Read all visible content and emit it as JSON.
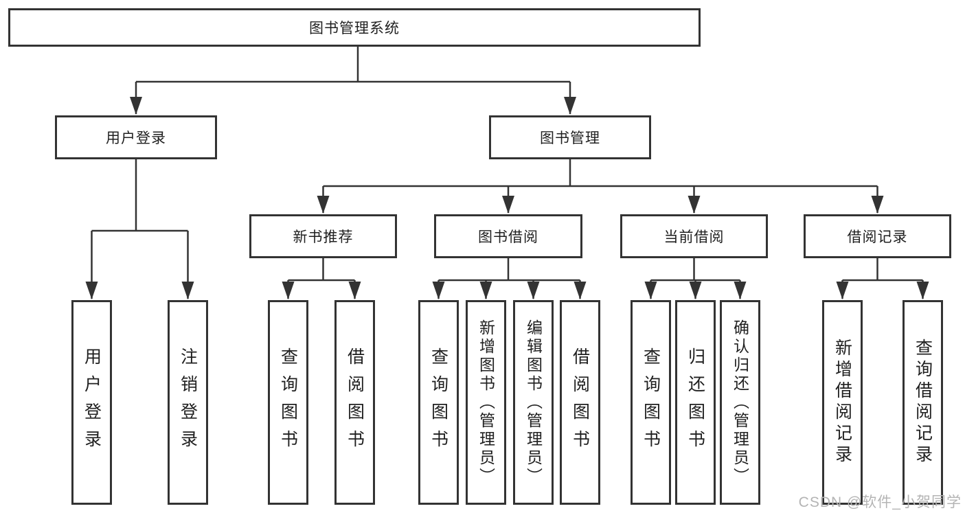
{
  "tree": {
    "label": "图书管理系统",
    "children": [
      {
        "label": "用户登录",
        "children": [
          {
            "label": "用户登录"
          },
          {
            "label": "注销登录"
          }
        ]
      },
      {
        "label": "图书管理",
        "children": [
          {
            "label": "新书推荐",
            "children": [
              {
                "label": "查询图书"
              },
              {
                "label": "借阅图书"
              }
            ]
          },
          {
            "label": "图书借阅",
            "children": [
              {
                "label": "查询图书"
              },
              {
                "label": "新增图书（管理员）"
              },
              {
                "label": "编辑图书（管理员）"
              },
              {
                "label": "借阅图书"
              }
            ]
          },
          {
            "label": "当前借阅",
            "children": [
              {
                "label": "查询图书"
              },
              {
                "label": "归还图书"
              },
              {
                "label": "确认归还（管理员）"
              }
            ]
          },
          {
            "label": "借阅记录",
            "children": [
              {
                "label": "新增借阅记录"
              },
              {
                "label": "查询借阅记录"
              }
            ]
          }
        ]
      }
    ]
  },
  "watermark": "CSDN @软件_小贺同学",
  "colors": {
    "line": "#333333",
    "box_border": "#333333",
    "text": "#1f1f1f",
    "watermark": "#b4b4b4",
    "background": "#ffffff"
  }
}
